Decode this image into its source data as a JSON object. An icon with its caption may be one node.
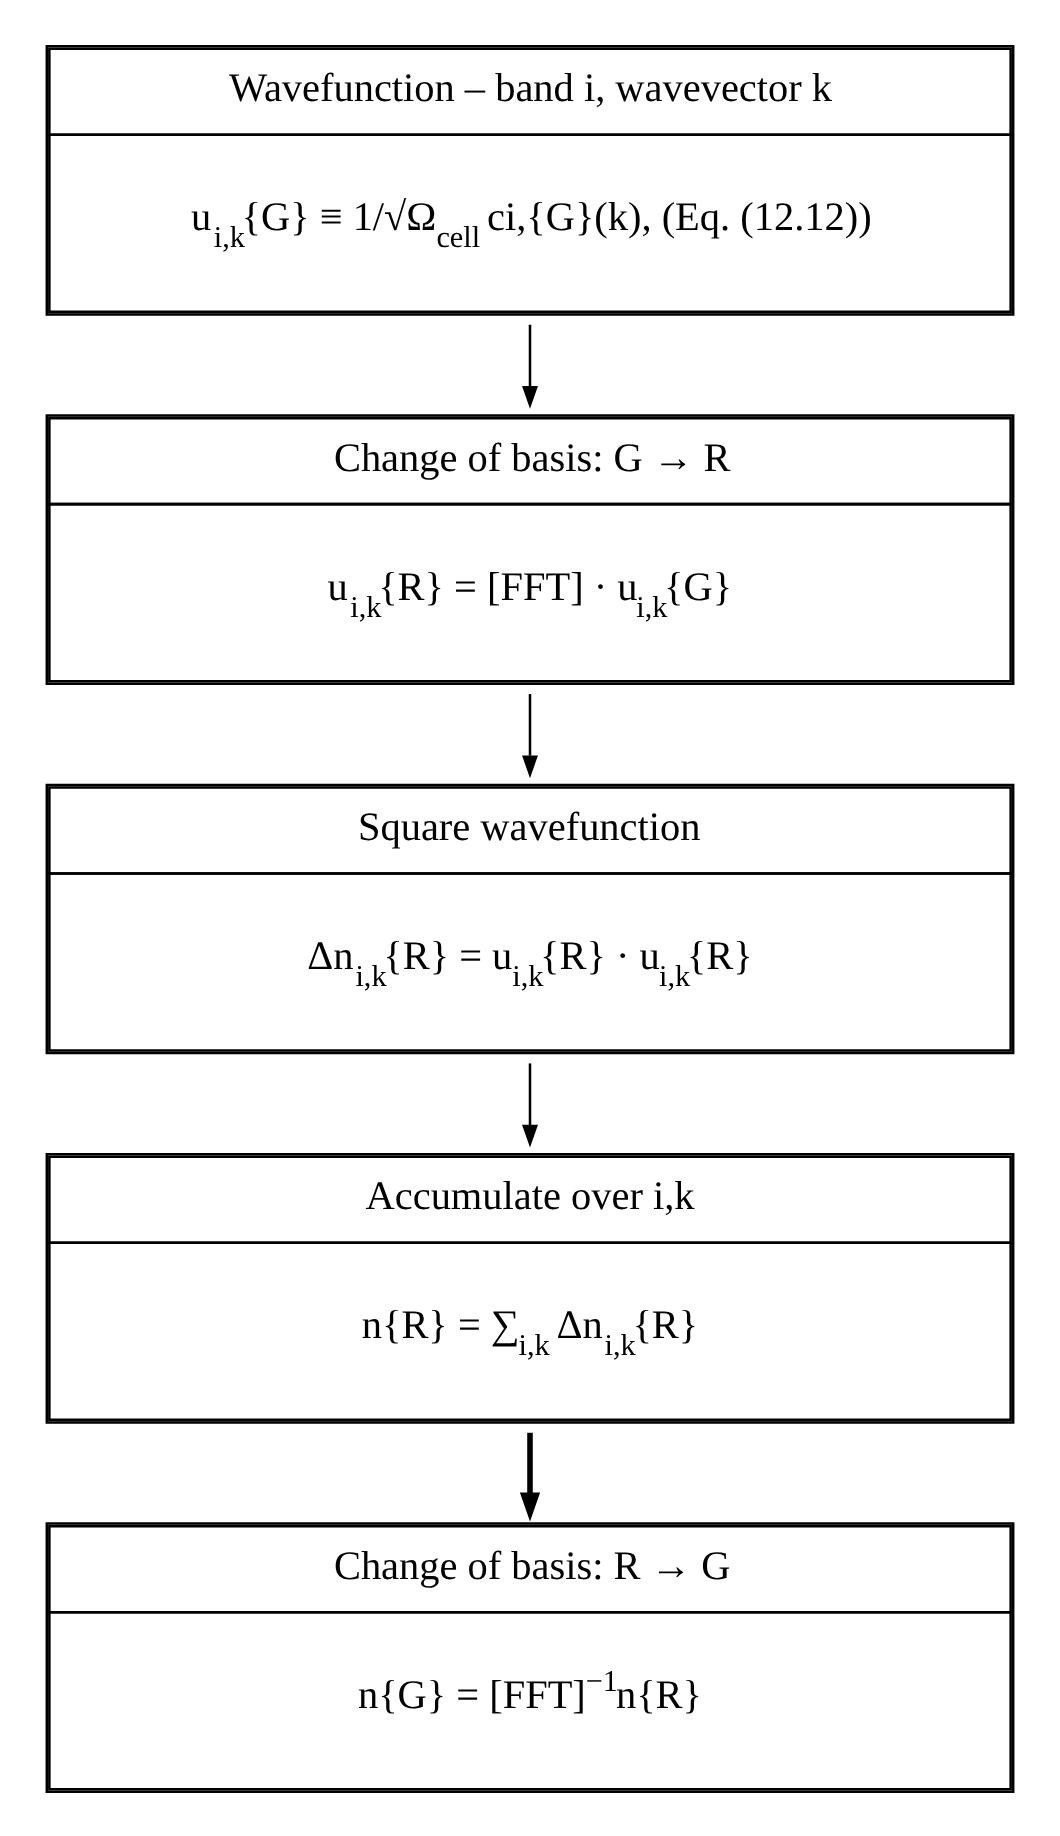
{
  "diagram": {
    "nodes": [
      {
        "text": [
          "Wavefunction – band i, wavevector k",
          "u$_{i,k}${G} ≡ 1/√Ω$_{cell}$ ci,{G}(k), (Eq. (12.12))"
        ]
      },
      {
        "text": [
          "Change of basis: G → R",
          "u$_{i,k}${R} = [FFT] · u$_{i,k}${G}"
        ]
      },
      {
        "text": [
          "Square wavefunction",
          "Δn$_{i,k}${R} = u$_{i,k}${R} · u$_{i,k}${R}"
        ]
      },
      {
        "text": [
          "Accumulate over i,k",
          "n{R} = ∑$_{i,k}$ Δn$_{i,k}${R}"
        ]
      },
      {
        "text": [
          "Change of basis: R → G",
          "n{G} = [FFT]$^{−1}$n{R}"
        ]
      }
    ],
    "edges": [
      {
        "from": 0,
        "to": 1,
        "arrow": "to"
      },
      {
        "from": 1,
        "to": 2,
        "arrow": "to"
      },
      {
        "from": 2,
        "to": 3,
        "arrow": "to"
      },
      {
        "from": 3,
        "to": 4,
        "arrow": "to",
        "style": "thick"
      }
    ]
  }
}
